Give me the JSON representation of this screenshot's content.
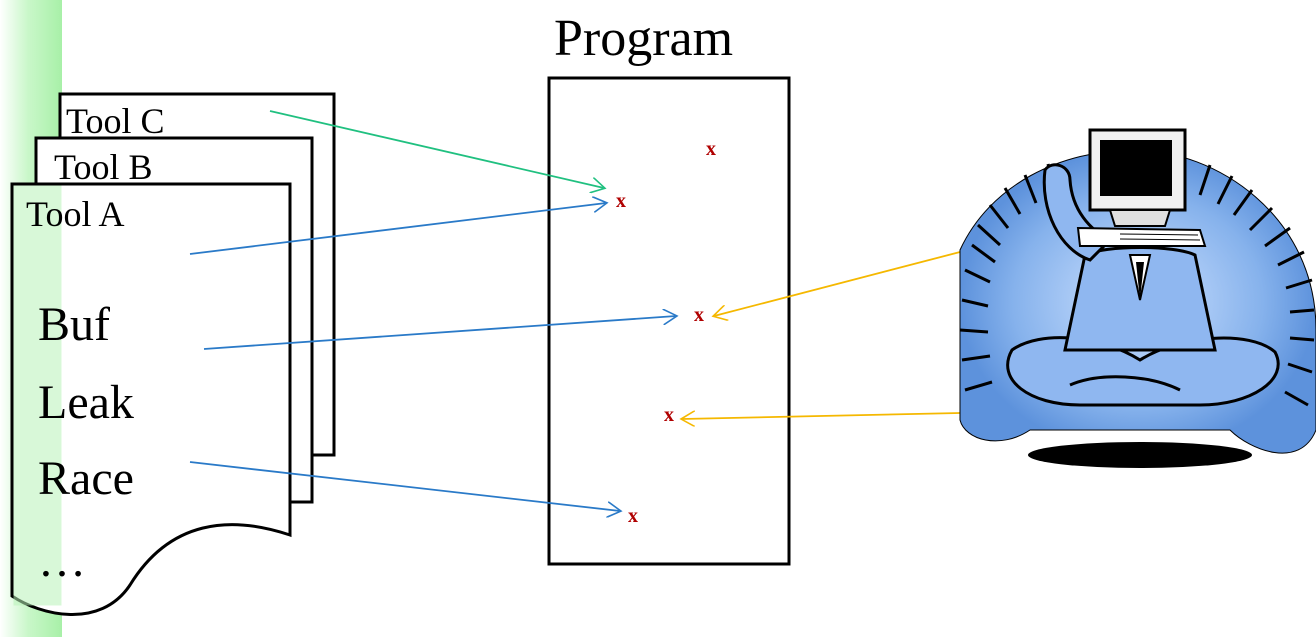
{
  "program": {
    "title": "Program",
    "marker": "x"
  },
  "tools": {
    "tool_c": "Tool C",
    "tool_b": "Tool B",
    "tool_a": "Tool A"
  },
  "bug_types": [
    "Buf",
    "Leak",
    "Race",
    "…"
  ],
  "colors": {
    "tool_c_arrow": "#20c080",
    "tool_a_arrow": "#2a7ac8",
    "human_arrow": "#f5b800",
    "marker": "#b00000",
    "band": "#a8f0a8",
    "figure_blue": "#8fb7f0"
  },
  "icons": {
    "figure": "meditating-computer-head-person-icon"
  }
}
